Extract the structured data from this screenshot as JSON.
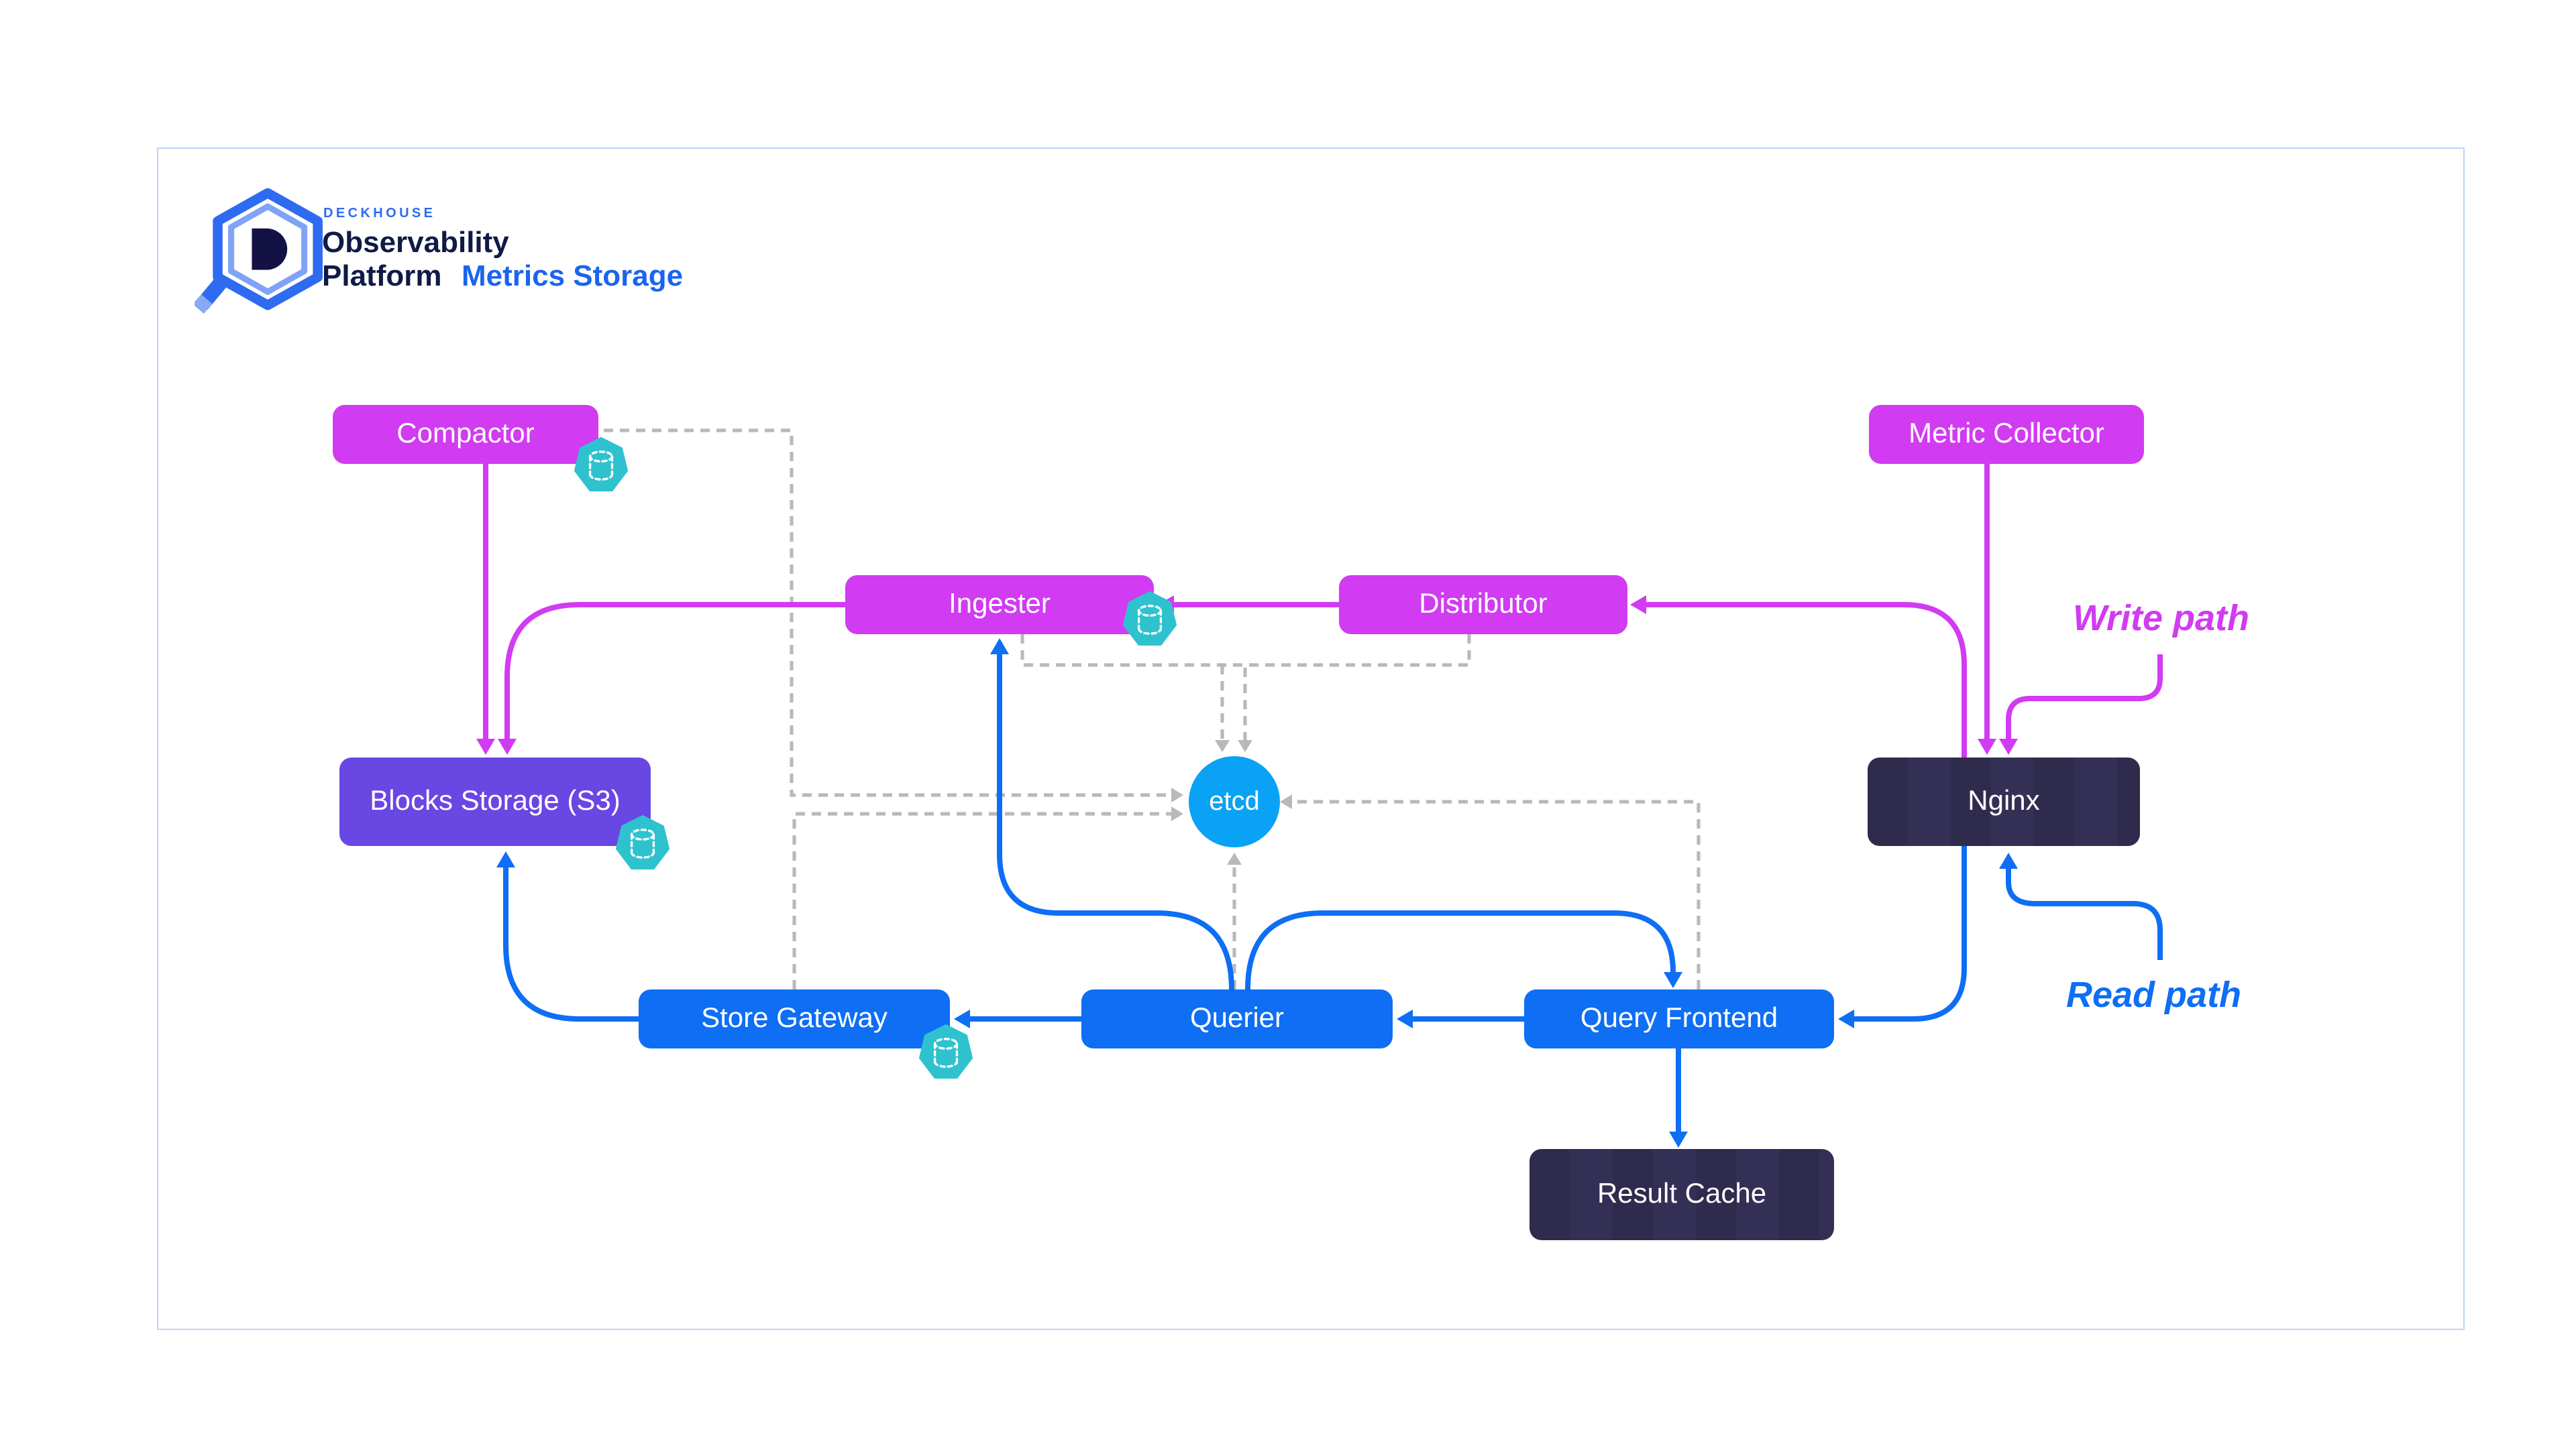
{
  "logo": {
    "brand": "DECKHOUSE",
    "product_line1": "Observability",
    "product_line2": "Platform",
    "suffix": "Metrics Storage"
  },
  "legend": {
    "write_label": "Write path",
    "read_label": "Read path"
  },
  "nodes": {
    "compactor": {
      "label": "Compactor",
      "kind": "write-component",
      "badge": "database-badge"
    },
    "metric_collector": {
      "label": "Metric Collector",
      "kind": "write-component"
    },
    "ingester": {
      "label": "Ingester",
      "kind": "write-component",
      "badge": "database-badge"
    },
    "distributor": {
      "label": "Distributor",
      "kind": "write-component"
    },
    "blocks_storage": {
      "label": "Blocks Storage (S3)",
      "kind": "storage",
      "badge": "database-badge"
    },
    "nginx": {
      "label": "Nginx",
      "kind": "gateway"
    },
    "etcd": {
      "label": "etcd",
      "kind": "kv-store"
    },
    "store_gateway": {
      "label": "Store Gateway",
      "kind": "read-component",
      "badge": "database-badge"
    },
    "querier": {
      "label": "Querier",
      "kind": "read-component"
    },
    "query_frontend": {
      "label": "Query Frontend",
      "kind": "read-component"
    },
    "result_cache": {
      "label": "Result Cache",
      "kind": "cache"
    }
  },
  "connections": {
    "write_path": [
      {
        "from": "metric_collector",
        "to": "nginx"
      },
      {
        "from": "nginx",
        "to": "distributor"
      },
      {
        "from": "distributor",
        "to": "ingester"
      },
      {
        "from": "ingester",
        "to": "blocks_storage"
      },
      {
        "from": "compactor",
        "to": "blocks_storage"
      }
    ],
    "read_path": [
      {
        "from": "nginx",
        "to": "query_frontend"
      },
      {
        "from": "query_frontend",
        "to": "querier"
      },
      {
        "from": "querier",
        "to": "store_gateway"
      },
      {
        "from": "querier",
        "to": "ingester"
      },
      {
        "from": "querier",
        "to": "query_frontend"
      },
      {
        "from": "query_frontend",
        "to": "result_cache"
      },
      {
        "from": "store_gateway",
        "to": "blocks_storage"
      }
    ],
    "etcd_registration": [
      {
        "from": "compactor",
        "to": "etcd"
      },
      {
        "from": "store_gateway",
        "to": "etcd"
      },
      {
        "from": "ingester",
        "to": "etcd"
      },
      {
        "from": "distributor",
        "to": "etcd"
      },
      {
        "from": "querier",
        "to": "etcd"
      },
      {
        "from": "query_frontend",
        "to": "etcd"
      }
    ]
  },
  "colors": {
    "write_path": "#d13bf2",
    "read_path": "#0e6ef4",
    "etcd_lines": "#b9b9b9",
    "magenta_box": "#d13bf2",
    "blue_box": "#0e6ef4",
    "purple_box": "#6847e3",
    "dark_box": "#343055",
    "etcd_circle": "#0aa2f5",
    "badge_teal": "#2ec2cf",
    "frame_border": "#bed4f4",
    "brand_blue": "#2f6bf0",
    "title_navy": "#0f1b45",
    "suffix_blue": "#1a64f0"
  }
}
